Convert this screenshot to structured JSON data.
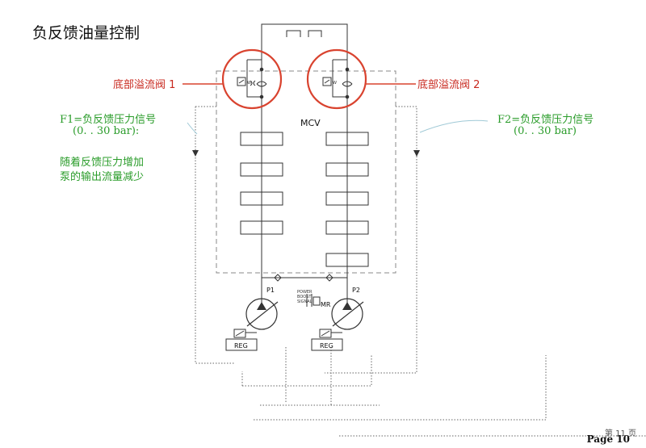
{
  "title": "负反馈油量控制",
  "labels": {
    "relief_left": "底部溢流阀 1",
    "relief_right": "底部溢流阀 2",
    "f1_line1": "F1=负反馈压力信号",
    "f1_line2": "(0. . 30 bar):",
    "f1_desc_line1": "随着反馈压力增加",
    "f1_desc_line2": "泵的输出流量减少",
    "f2_line1": "F2=负反馈压力信号",
    "f2_line2": "(0. . 30 bar)",
    "mcv": "MCV",
    "p1": "P1",
    "p2": "P2",
    "mr": "MR",
    "reg_left": "REG",
    "reg_right": "REG",
    "power_boost_1": "POWER",
    "power_boost_2": "BOOST",
    "power_boost_3": "SIGNAL",
    "w_left": "W",
    "w_right": "W"
  },
  "footer": {
    "page": "Page 10",
    "page_cn": "第 11 页"
  },
  "colors": {
    "highlight": "#d9432f",
    "green_text": "#2a9c2a",
    "red_text": "#c8281e",
    "line": "#333333",
    "dashed": "#888888",
    "leader": "#9fc9d6"
  }
}
